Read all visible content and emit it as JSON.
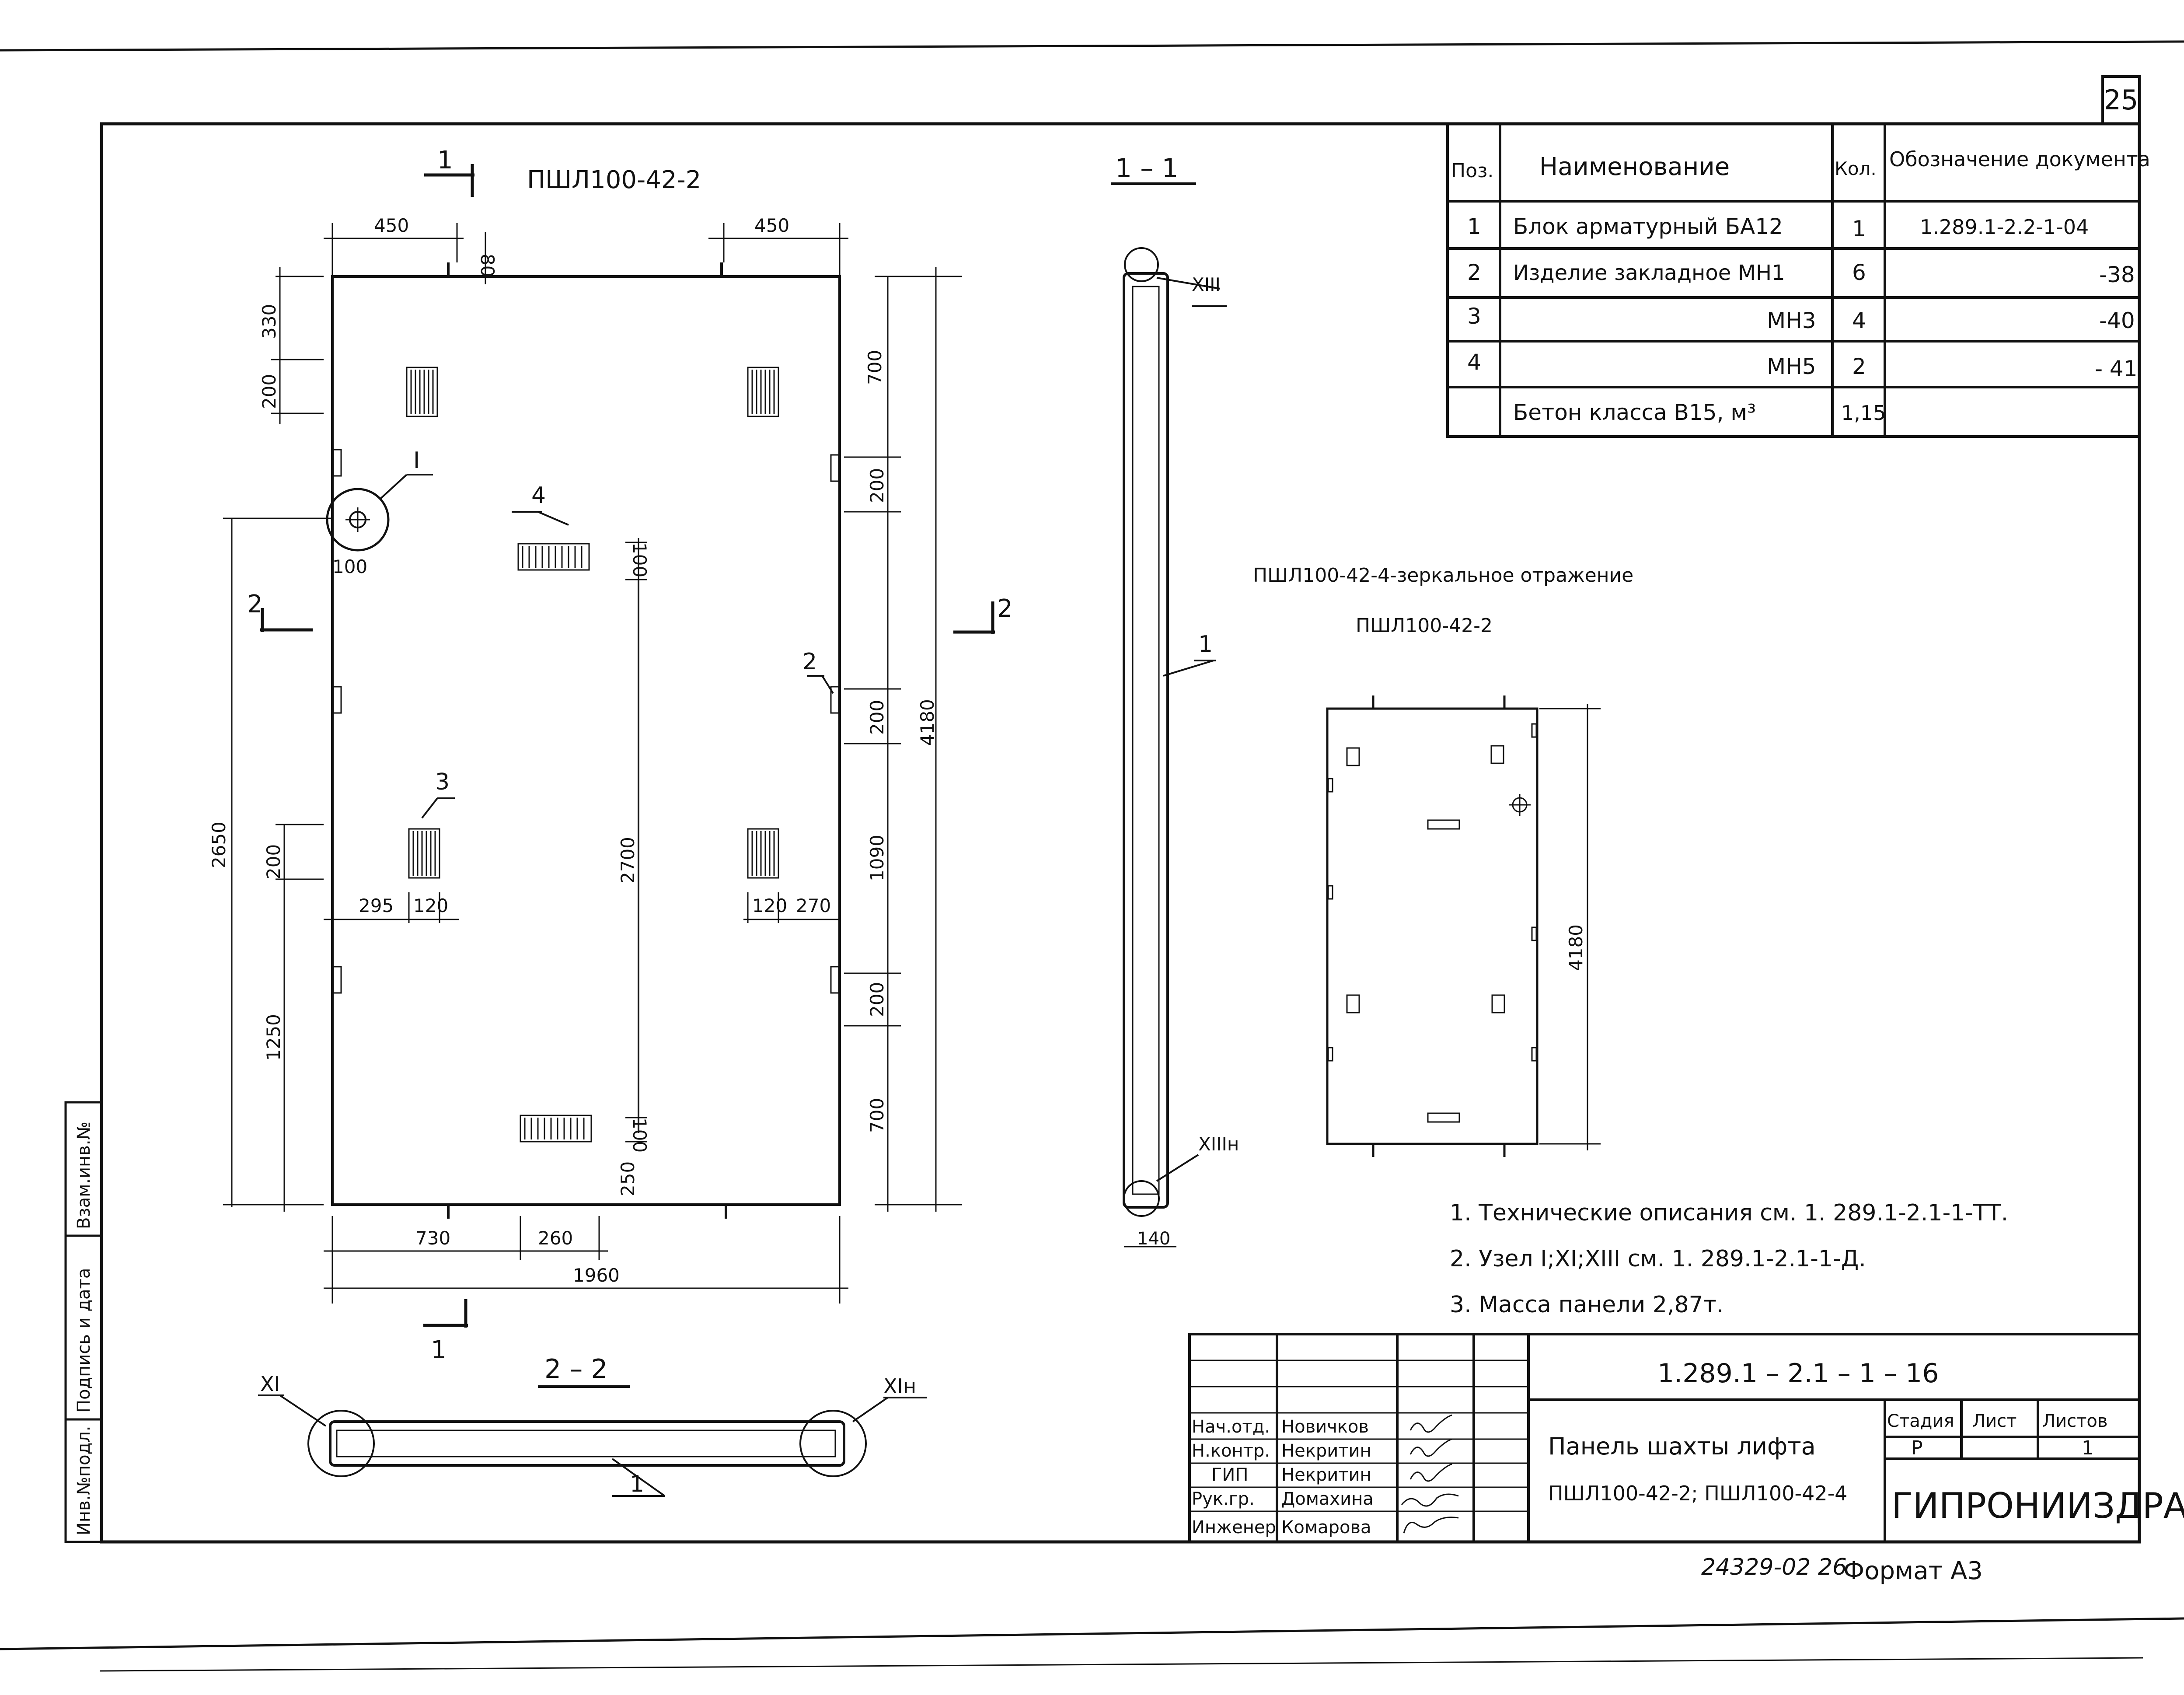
{
  "sheet_number": "25",
  "main_view": {
    "title": "ПШЛ100-42-2",
    "cut_marks": {
      "top": "1",
      "bottom": "1",
      "left": "2",
      "right": "2"
    },
    "node_label": "I",
    "callouts": {
      "p4": "4",
      "p3": "3",
      "p2": "2"
    },
    "dims": {
      "top_left": "450",
      "top_80": "80",
      "top_right": "450",
      "left_330": "330",
      "left_200a": "200",
      "left_100": "100",
      "left_2650": "2650",
      "left_200b": "200",
      "left_1250": "1250",
      "mid_295": "295",
      "mid_120a": "120",
      "mid_120b": "120",
      "mid_270": "270",
      "inner_100a": "100",
      "inner_2700": "2700",
      "inner_100b": "100",
      "inner_250": "250",
      "right_700a": "700",
      "right_200a": "200",
      "right_200b": "200",
      "right_1090": "1090",
      "right_200c": "200",
      "right_700b": "700",
      "right_4180": "4180",
      "bottom_730": "730",
      "bottom_260": "260",
      "bottom_1960": "1960"
    }
  },
  "section_11": {
    "title": "1 – 1",
    "node_top": "XIII",
    "node_bottom": "XIIIн",
    "callout": "1",
    "dim_140": "140"
  },
  "section_22": {
    "title": "2 – 2",
    "node_left": "XI",
    "node_right": "XIн",
    "callout": "1"
  },
  "mirror_view": {
    "note_line1": "ПШЛ100-42-4-зеркальное отражение",
    "note_line2": "ПШЛ100-42-2",
    "dim_4180": "4180"
  },
  "spec_table": {
    "headers": [
      "Поз.",
      "Наименование",
      "Кол.",
      "Обозначение документа"
    ],
    "rows": [
      [
        "1",
        "Блок арматурный БА12",
        "1",
        "1.289.1-2.2-1-04"
      ],
      [
        "2",
        "Изделие закладное МН1",
        "6",
        "-38"
      ],
      [
        "3",
        "МН3",
        "4",
        "-40"
      ],
      [
        "4",
        "МН5",
        "2",
        "- 41"
      ],
      [
        "",
        "Бетон класса B15, м³",
        "1,15",
        ""
      ]
    ]
  },
  "notes": [
    "1. Технические описания см. 1. 289.1-2.1-1-ТТ.",
    "2. Узел I;XI;XIII см. 1. 289.1-2.1-1-Д.",
    "3. Масса панели 2,87т."
  ],
  "title_block": {
    "code": "1.289.1 – 2.1 – 1 – 16",
    "staff": [
      {
        "role": "Нач.отд.",
        "name": "Новичков"
      },
      {
        "role": "Н.контр.",
        "name": "Некритин"
      },
      {
        "role": "ГИП",
        "name": "Некритин"
      },
      {
        "role": "Рук.гр.",
        "name": "Домахина"
      },
      {
        "role": "Инженер",
        "name": "Комарова"
      }
    ],
    "title_line1": "Панель шахты лифта",
    "title_line2": "ПШЛ100-42-2; ПШЛ100-42-4",
    "stage_header": "Стадия",
    "sheet_header": "Лист",
    "sheets_header": "Листов",
    "stage": "Р",
    "sheets": "1",
    "organization": "ГИПРОНИИЗДРАВ"
  },
  "stamp_side": [
    "Инв.№подл.",
    "Подпись и дата",
    "Взам.инв.№"
  ],
  "bottom_number": "24329-02 26",
  "format": "Формат А3"
}
